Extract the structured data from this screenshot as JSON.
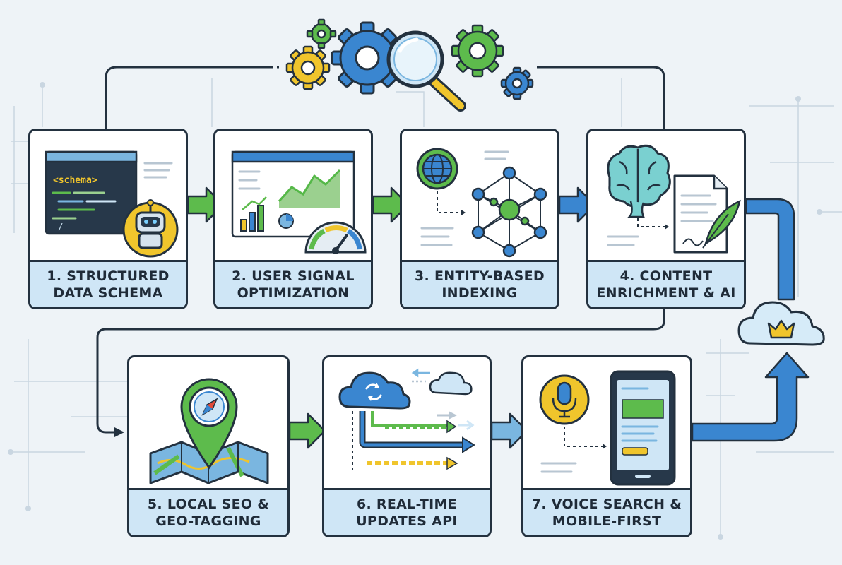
{
  "steps": [
    {
      "label": "1. STRUCTURED DATA SCHEMA",
      "code_tag": "<schema>",
      "code_path": "-/"
    },
    {
      "label": "2. USER SIGNAL OPTIMIZATION"
    },
    {
      "label": "3. ENTITY-BASED INDEXING"
    },
    {
      "label": "4. CONTENT ENRICHMENT & AI"
    },
    {
      "label": "5. LOCAL SEO & GEO-TAGGING"
    },
    {
      "label": "6. REAL-TIME UPDATES API"
    },
    {
      "label": "7. VOICE SEARCH & MOBILE-FIRST"
    }
  ],
  "colors": {
    "outline": "#23313f",
    "label_bg": "#cfe6f6",
    "green": "#55b848",
    "blue": "#3a86d0",
    "yellow": "#f0c52c",
    "background": "#eef3f7"
  },
  "icons": [
    "gears-icon",
    "magnifier-icon",
    "cloud-crown-icon"
  ]
}
